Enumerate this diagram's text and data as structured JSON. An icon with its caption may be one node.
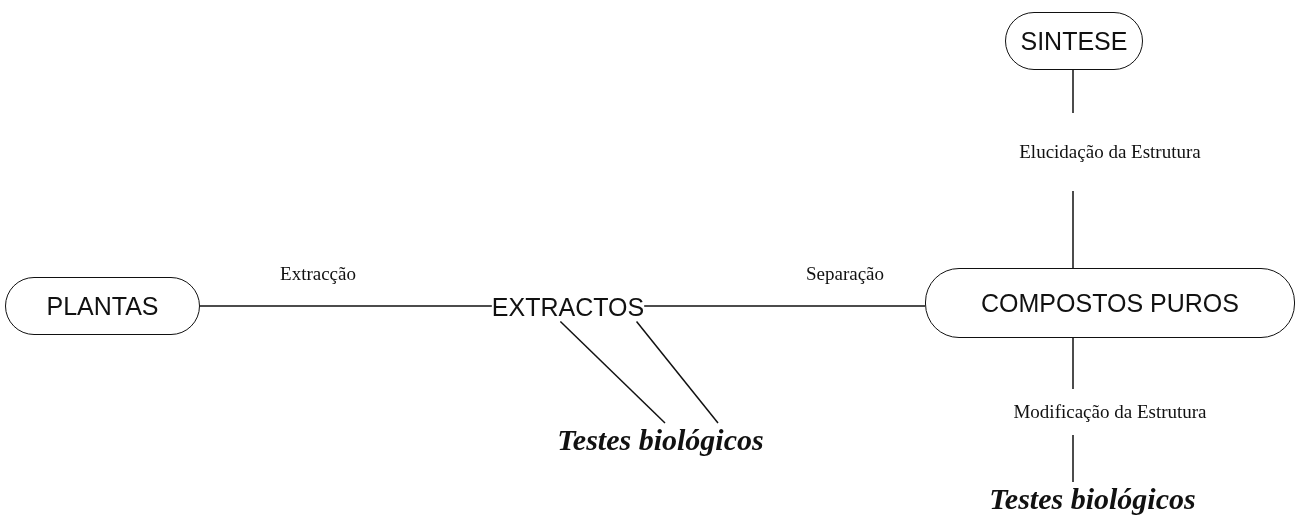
{
  "diagram": {
    "nodes": [
      {
        "text": [
          "PLANTAS"
        ]
      },
      {
        "text": [
          "EXTRACTOS"
        ]
      },
      {
        "text": [
          "SINTESE"
        ]
      },
      {
        "text": [
          "COMPOSTOS PUROS"
        ]
      },
      {
        "text": [
          "Testes biológicos"
        ]
      },
      {
        "text": [
          "Testes biológicos"
        ]
      }
    ],
    "edges": [
      {
        "from": 0,
        "to": 1,
        "arrow": "none",
        "label": "Extracção"
      },
      {
        "from": 1,
        "to": 3,
        "arrow": "none",
        "label": "Separação"
      },
      {
        "from": 2,
        "to": 3,
        "arrow": "none",
        "label": "Elucidação da Estrutura"
      },
      {
        "from": 1,
        "to": 4,
        "arrow": "none"
      },
      {
        "from": 1,
        "to": 4,
        "arrow": "none"
      },
      {
        "from": 3,
        "to": 5,
        "arrow": "none",
        "label": "Modificação da Estrutura"
      }
    ]
  }
}
